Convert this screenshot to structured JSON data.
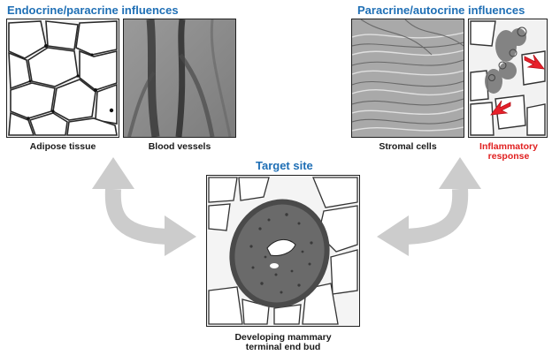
{
  "headings": {
    "left": "Endocrine/paracrine influences",
    "right": "Paracrine/autocrine influences",
    "center": "Target site"
  },
  "captions": {
    "adipose": "Adipose tissue",
    "blood": "Blood vessels",
    "stromal": "Stromal cells",
    "inflammatory_line1": "Inflammatory",
    "inflammatory_line2": "response",
    "target_line1": "Developing mammary",
    "target_line2": "terminal end bud"
  },
  "colors": {
    "heading_blue": "#1f6fb5",
    "inflammatory_red": "#e02020",
    "arrow_gray": "#cccccc",
    "red_arrow": "#e8202a"
  },
  "icons": {
    "left_arrow": "curved-double-arrow-icon",
    "right_arrow": "curved-double-arrow-icon",
    "inflammation_pointers": "red-pointer-arrow-icon"
  }
}
